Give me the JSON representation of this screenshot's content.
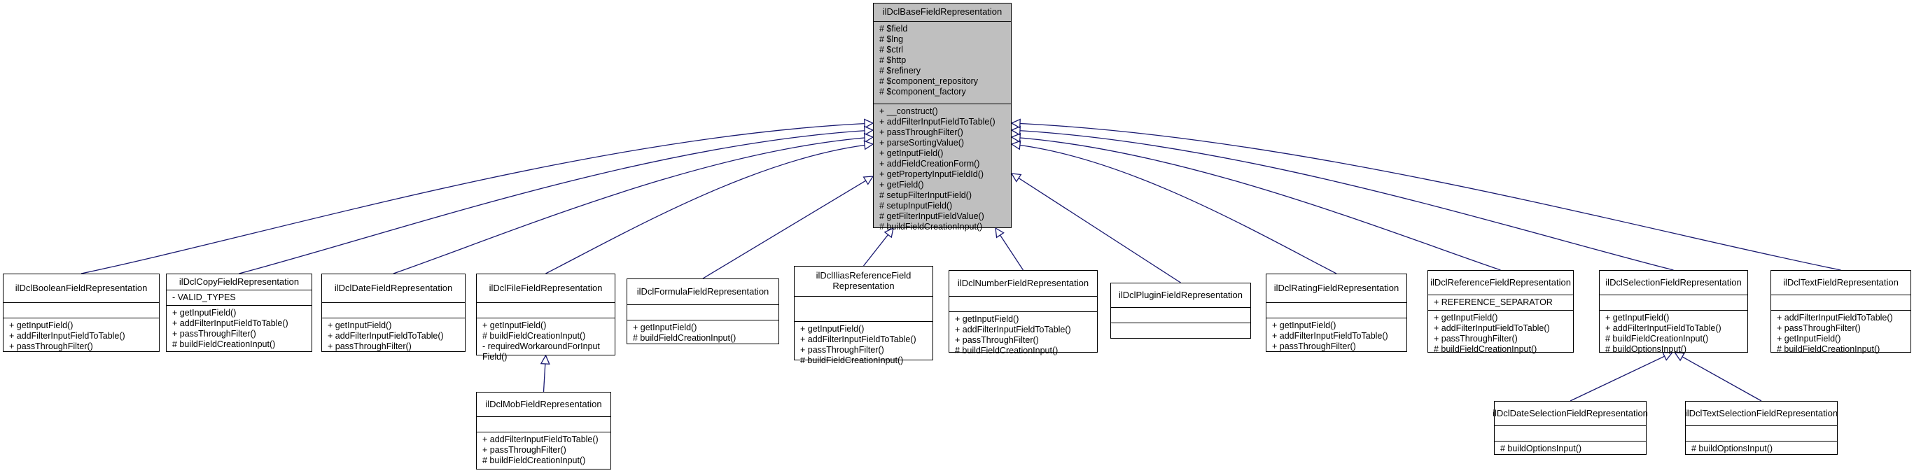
{
  "diagram": {
    "base": {
      "name": "ilDclBaseFieldRepresentation",
      "attributes": [
        "# $field",
        "# $lng",
        "# $ctrl",
        "# $http",
        "# $refinery",
        "# $component_repository",
        "# $component_factory"
      ],
      "operations": [
        "+ __construct()",
        "+ addFilterInputFieldToTable()",
        "+ passThroughFilter()",
        "+ parseSortingValue()",
        "+ getInputField()",
        "+ addFieldCreationForm()",
        "+ getPropertyInputFieldId()",
        "+ getField()",
        "# setupFilterInputField()",
        "# setupInputField()",
        "# getFilterInputFieldValue()",
        "# buildFieldCreationInput()"
      ]
    },
    "classes": [
      {
        "id": "boolean",
        "name": "ilDclBooleanFieldRepresentation",
        "attributes": [],
        "operations": [
          "+ getInputField()",
          "+ addFilterInputFieldToTable()",
          "+ passThroughFilter()"
        ]
      },
      {
        "id": "copy",
        "name": "ilDclCopyFieldRepresentation",
        "attributes": [
          "- VALID_TYPES"
        ],
        "operations": [
          "+ getInputField()",
          "+ addFilterInputFieldToTable()",
          "+ passThroughFilter()",
          "# buildFieldCreationInput()"
        ]
      },
      {
        "id": "date",
        "name": "ilDclDateFieldRepresentation",
        "attributes": [],
        "operations": [
          "+ getInputField()",
          "+ addFilterInputFieldToTable()",
          "+ passThroughFilter()"
        ]
      },
      {
        "id": "file",
        "name": "ilDclFileFieldRepresentation",
        "attributes": [],
        "operations": [
          "+ getInputField()",
          "# buildFieldCreationInput()",
          "- requiredWorkaroundForInput",
          "Field()"
        ]
      },
      {
        "id": "formula",
        "name": "ilDclFormulaFieldRepresentation",
        "attributes": [],
        "operations": [
          "+ getInputField()",
          "# buildFieldCreationInput()"
        ]
      },
      {
        "id": "iliasref",
        "name": "ilDclIliasReferenceField\nRepresentation",
        "attributes": [],
        "operations": [
          "+ getInputField()",
          "+ addFilterInputFieldToTable()",
          "+ passThroughFilter()",
          "# buildFieldCreationInput()"
        ]
      },
      {
        "id": "number",
        "name": "ilDclNumberFieldRepresentation",
        "attributes": [],
        "operations": [
          "+ getInputField()",
          "+ addFilterInputFieldToTable()",
          "+ passThroughFilter()",
          "# buildFieldCreationInput()"
        ]
      },
      {
        "id": "plugin",
        "name": "ilDclPluginFieldRepresentation",
        "attributes": [],
        "operations": []
      },
      {
        "id": "rating",
        "name": "ilDclRatingFieldRepresentation",
        "attributes": [],
        "operations": [
          "+ getInputField()",
          "+ addFilterInputFieldToTable()",
          "+ passThroughFilter()"
        ]
      },
      {
        "id": "reference",
        "name": "ilDclReferenceFieldRepresentation",
        "attributes": [
          "+ REFERENCE_SEPARATOR"
        ],
        "operations": [
          "+ getInputField()",
          "+ addFilterInputFieldToTable()",
          "+ passThroughFilter()",
          "# buildFieldCreationInput()"
        ]
      },
      {
        "id": "selection",
        "name": "ilDclSelectionFieldRepresentation",
        "attributes": [],
        "operations": [
          "+ getInputField()",
          "+ addFilterInputFieldToTable()",
          "# buildFieldCreationInput()",
          "# buildOptionsInput()"
        ]
      },
      {
        "id": "text",
        "name": "ilDclTextFieldRepresentation",
        "attributes": [],
        "operations": [
          "+ addFilterInputFieldToTable()",
          "+ passThroughFilter()",
          "+ getInputField()",
          "# buildFieldCreationInput()"
        ]
      },
      {
        "id": "mob",
        "name": "ilDclMobFieldRepresentation",
        "attributes": [],
        "operations": [
          "+ addFilterInputFieldToTable()",
          "+ passThroughFilter()",
          "# buildFieldCreationInput()"
        ]
      },
      {
        "id": "dateselection",
        "name": "ilDclDateSelectionFieldRepresentation",
        "attributes": [],
        "operations": [
          "# buildOptionsInput()"
        ]
      },
      {
        "id": "textselection",
        "name": "ilDclTextSelectionFieldRepresentation",
        "attributes": [],
        "operations": [
          "# buildOptionsInput()"
        ]
      }
    ],
    "edge_color": "#191970"
  }
}
